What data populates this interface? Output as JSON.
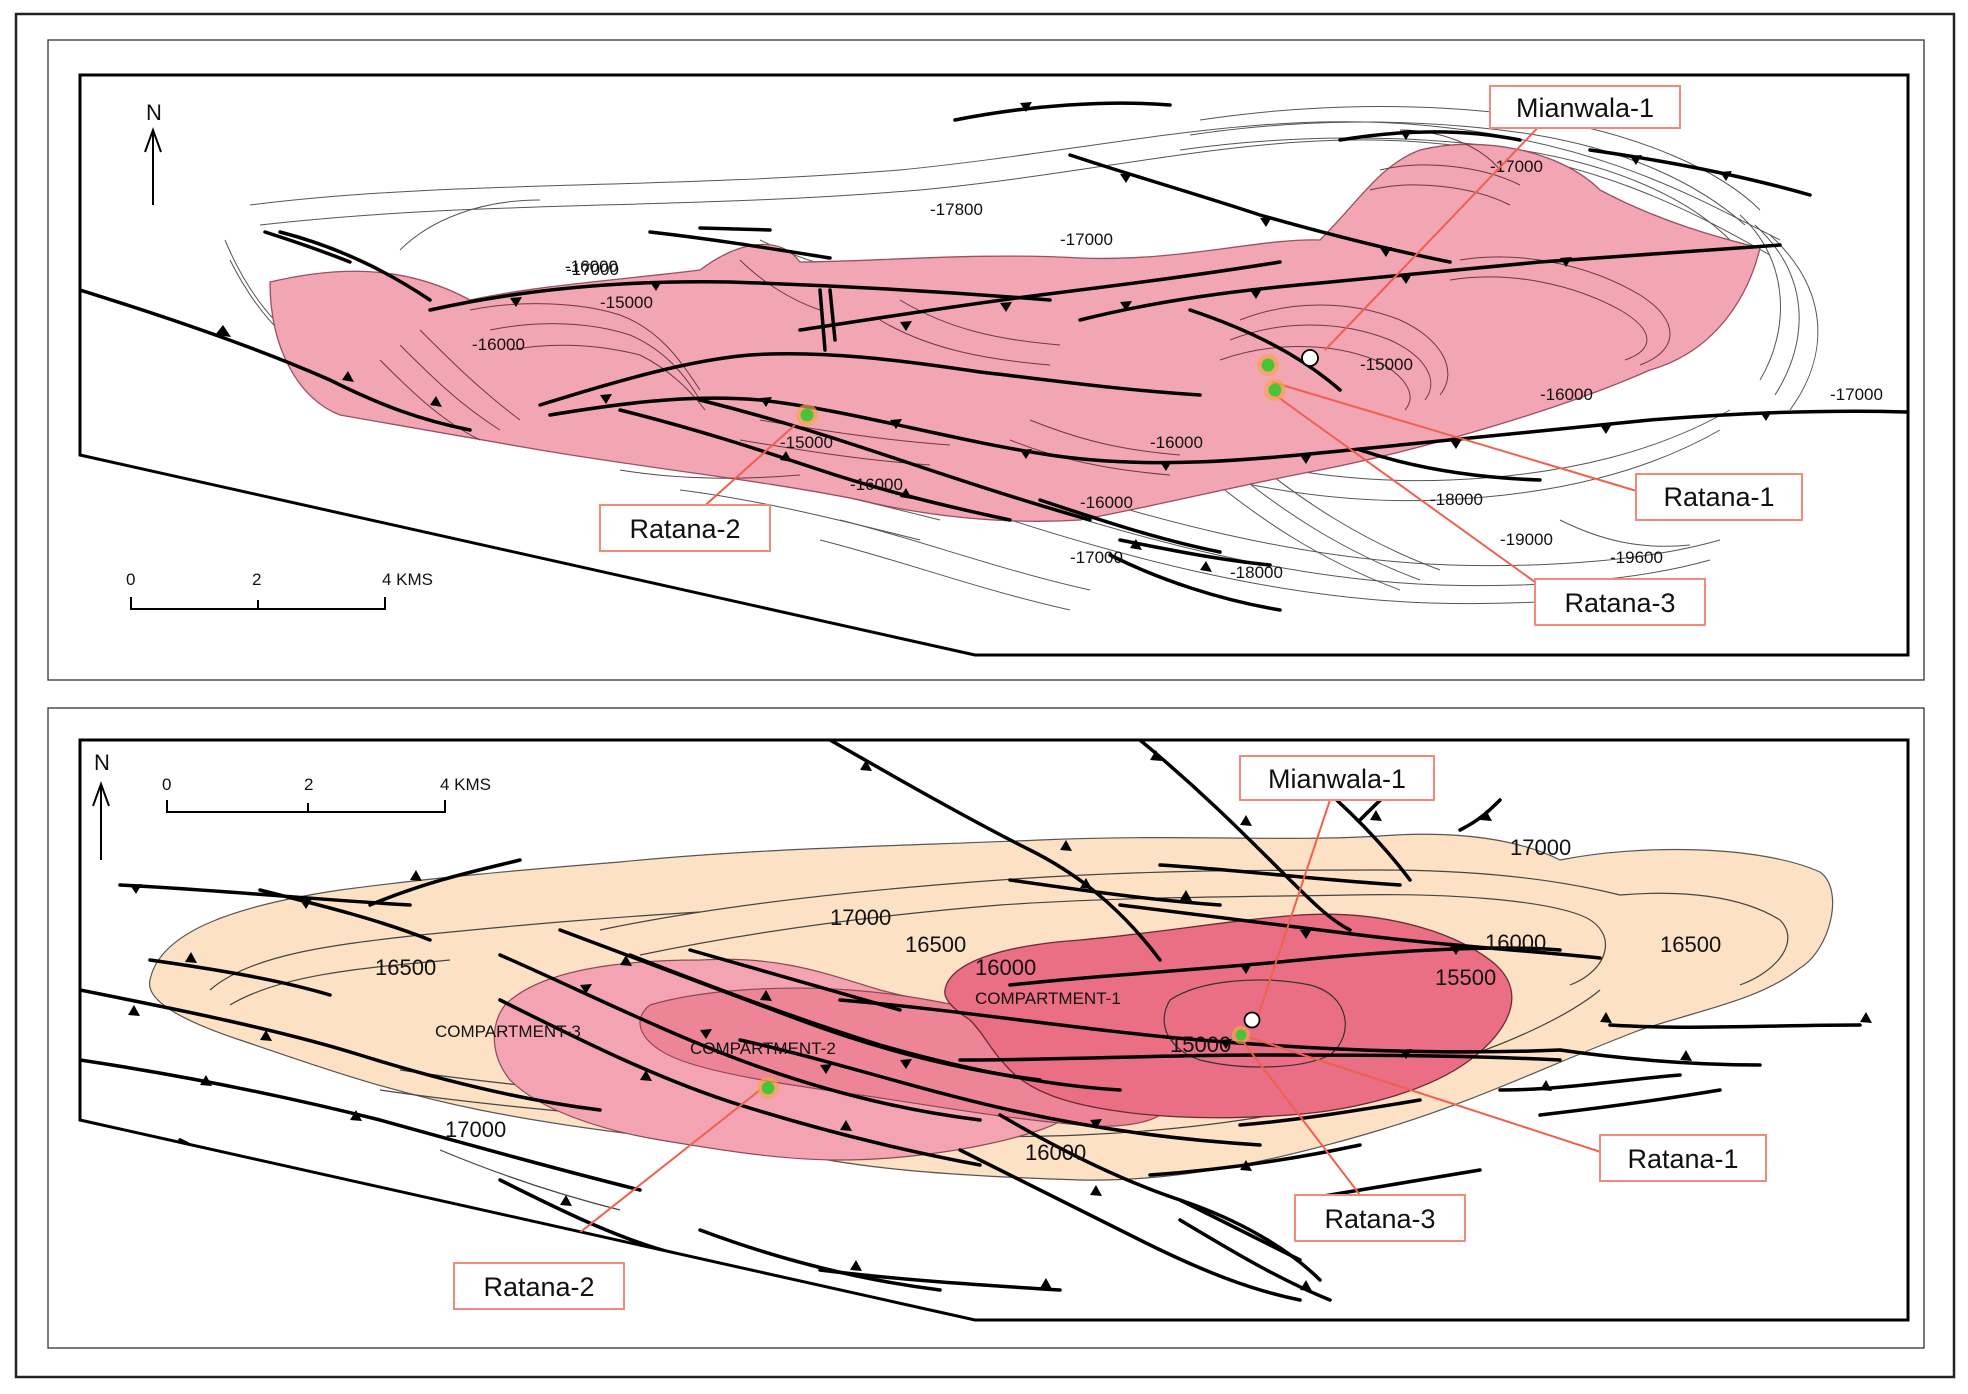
{
  "north_label": "N",
  "colors": {
    "structure_fill": "#f2a5b2",
    "structure_edge": "#9a5060",
    "closure_outer": "#fde1c4",
    "compartment_light": "#f3a3b2",
    "compartment_dark": "#ea6e84",
    "fault": "#000000",
    "callout_border": "#f08b7b",
    "callout_line": "#f0604f",
    "well_marker": "#49c43a",
    "well_glow": "#f6a44d"
  },
  "top_map": {
    "scale": {
      "ticks": [
        "0",
        "2",
        "4 KMS"
      ]
    },
    "contour_labels": [
      {
        "text": "-17800"
      },
      {
        "text": "-17000"
      },
      {
        "text": "-17000"
      },
      {
        "text": "-16000"
      },
      {
        "text": "-15000"
      },
      {
        "text": "-16000"
      },
      {
        "text": "-17000"
      },
      {
        "text": "-15000"
      },
      {
        "text": "-16000"
      },
      {
        "text": "-15000"
      },
      {
        "text": "-16000"
      },
      {
        "text": "-16000"
      },
      {
        "text": "-16000"
      },
      {
        "text": "-17000"
      },
      {
        "text": "-18000"
      },
      {
        "text": "-19000"
      },
      {
        "text": "-19600"
      },
      {
        "text": "-18000"
      },
      {
        "text": "-17000"
      }
    ],
    "wells": [
      {
        "name": "Mianwala-1",
        "icon": "dry-well-circle-icon"
      },
      {
        "name": "Ratana-1",
        "icon": "gas-well-icon"
      },
      {
        "name": "Ratana-2",
        "icon": "gas-well-icon"
      },
      {
        "name": "Ratana-3",
        "icon": "gas-well-icon"
      }
    ]
  },
  "bottom_map": {
    "scale": {
      "ticks": [
        "0",
        "2",
        "4 KMS"
      ]
    },
    "contour_labels": [
      {
        "text": "17000"
      },
      {
        "text": "16500"
      },
      {
        "text": "16000"
      },
      {
        "text": "16500"
      },
      {
        "text": "16000"
      },
      {
        "text": "17000"
      },
      {
        "text": "16500"
      },
      {
        "text": "15500"
      },
      {
        "text": "15000"
      },
      {
        "text": "17000"
      },
      {
        "text": "16000"
      }
    ],
    "compartments": [
      "COMPARTMENT-1",
      "COMPARTMENT-2",
      "COMPARTMENT-3"
    ],
    "wells": [
      {
        "name": "Mianwala-1",
        "icon": "dry-well-circle-icon"
      },
      {
        "name": "Ratana-1",
        "icon": "gas-well-icon"
      },
      {
        "name": "Ratana-2",
        "icon": "gas-well-icon"
      },
      {
        "name": "Ratana-3",
        "icon": "gas-well-icon"
      }
    ]
  }
}
